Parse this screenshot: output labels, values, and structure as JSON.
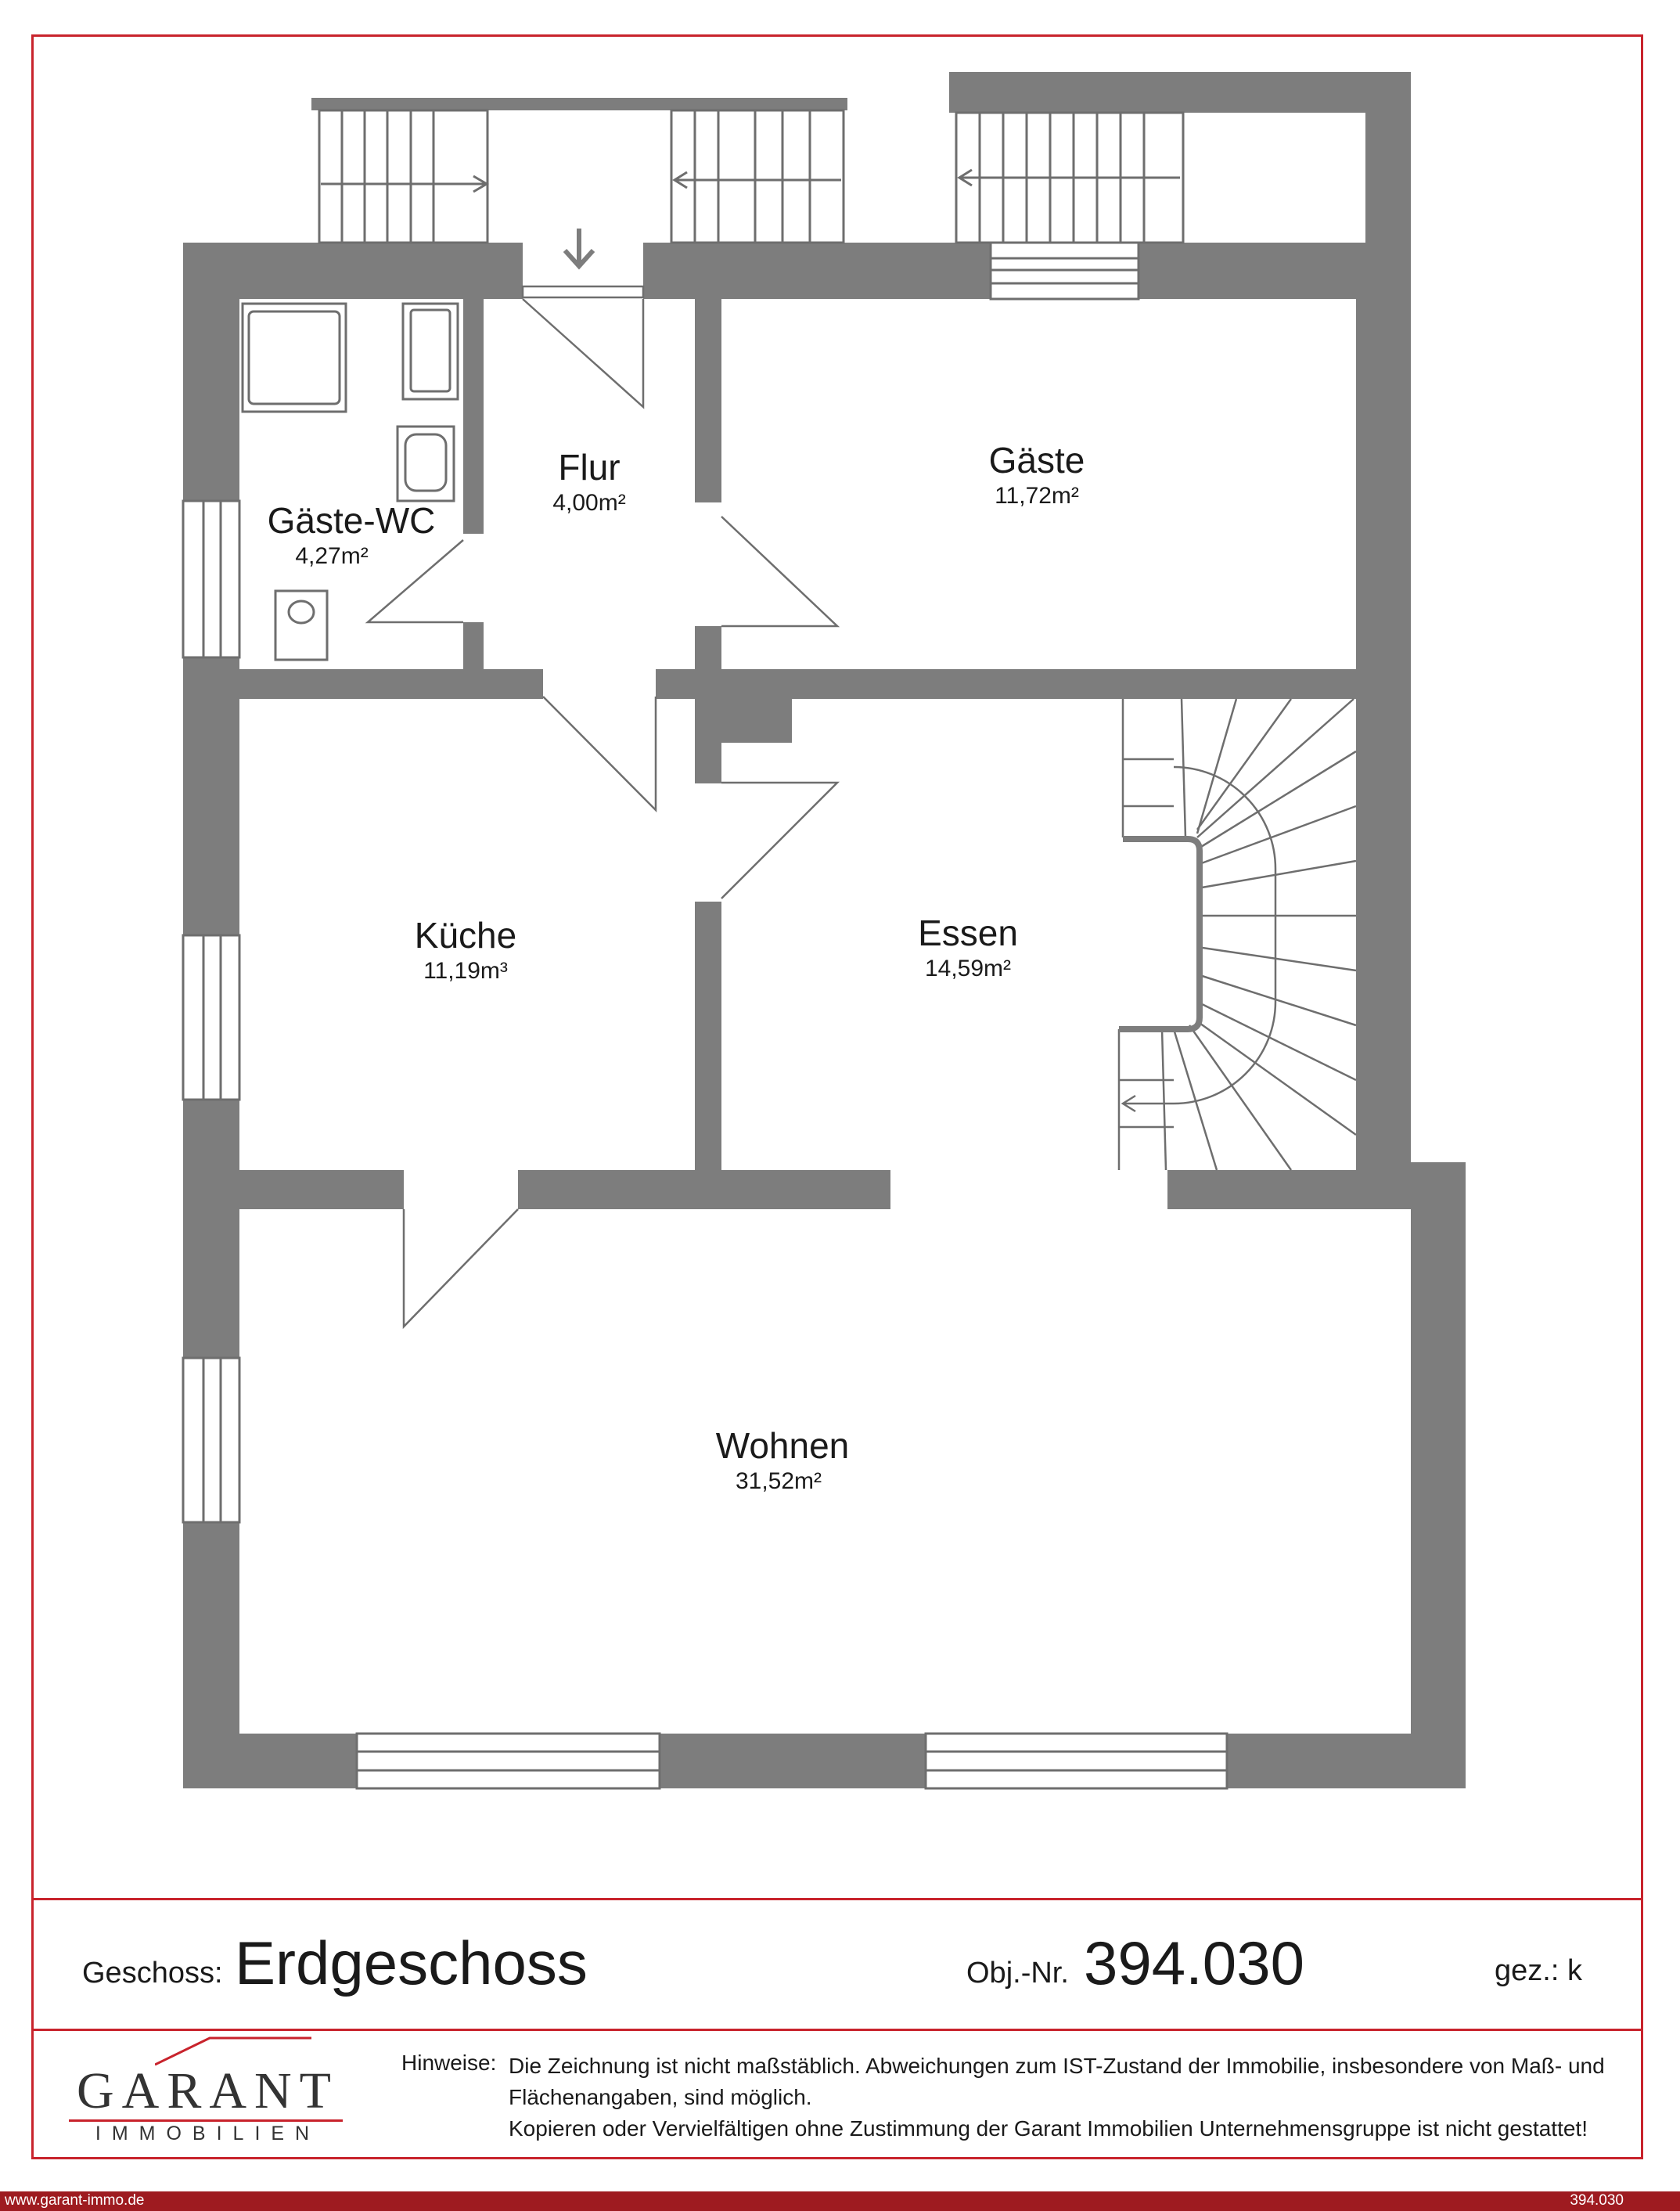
{
  "rooms": [
    {
      "id": "gaeste-wc",
      "name": "Gäste-WC",
      "area": "4,27m²"
    },
    {
      "id": "flur",
      "name": "Flur",
      "area": "4,00m²"
    },
    {
      "id": "gaeste",
      "name": "Gäste",
      "area": "11,72m²"
    },
    {
      "id": "kueche",
      "name": "Küche",
      "area": "11,19m³"
    },
    {
      "id": "essen",
      "name": "Essen",
      "area": "14,59m²"
    },
    {
      "id": "wohnen",
      "name": "Wohnen",
      "area": "31,52m²"
    }
  ],
  "info": {
    "geschoss_label": "Geschoss:",
    "geschoss_value": "Erdgeschoss",
    "obj_label": "Obj.-Nr.",
    "obj_value": "394.030",
    "gez_label": "gez.: k"
  },
  "logo": {
    "word": "GARANT",
    "sub": "IMMOBILIEN"
  },
  "hinweise": {
    "label": "Hinweise:",
    "line1": "Die Zeichnung ist nicht maßstäblich. Abweichungen zum IST-Zustand der Immobilie, insbesondere von Maß- und",
    "line2": "Flächenangaben, sind möglich.",
    "line3": "Kopieren oder Vervielfältigen ohne Zustimmung der Garant Immobilien Unternehmensgruppe ist nicht gestattet!"
  },
  "footer": {
    "url": "www.garant-immo.de",
    "number": "394.030"
  },
  "colors": {
    "wall": "#7d7d7d",
    "accent": "#c8232c",
    "footer": "#9e1b20",
    "line": "#6e6e6e"
  }
}
